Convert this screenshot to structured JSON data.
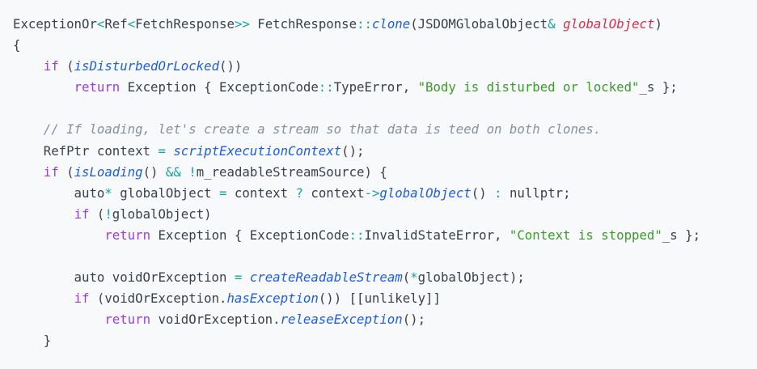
{
  "code": {
    "lines": [
      [
        {
          "t": "ExceptionOr"
        },
        {
          "t": "<",
          "c": "op"
        },
        {
          "t": "Ref"
        },
        {
          "t": "<",
          "c": "op"
        },
        {
          "t": "FetchResponse"
        },
        {
          "t": ">>",
          "c": "op"
        },
        {
          "t": " FetchResponse"
        },
        {
          "t": "::",
          "c": "op"
        },
        {
          "t": "clone",
          "c": "fn"
        },
        {
          "t": "(JSDOMGlobalObject"
        },
        {
          "t": "&",
          "c": "op"
        },
        {
          "t": " "
        },
        {
          "t": "globalObject",
          "c": "param"
        },
        {
          "t": ")"
        }
      ],
      [
        {
          "t": "{"
        }
      ],
      [
        {
          "t": "    "
        },
        {
          "t": "if",
          "c": "kw"
        },
        {
          "t": " ("
        },
        {
          "t": "isDisturbedOrLocked",
          "c": "fn"
        },
        {
          "t": "())"
        }
      ],
      [
        {
          "t": "        "
        },
        {
          "t": "return",
          "c": "kw"
        },
        {
          "t": " Exception { ExceptionCode"
        },
        {
          "t": "::",
          "c": "op"
        },
        {
          "t": "TypeError, "
        },
        {
          "t": "\"Body is disturbed or locked\"",
          "c": "str"
        },
        {
          "t": "_s };"
        }
      ],
      [],
      [
        {
          "t": "    "
        },
        {
          "t": "// If loading, let's create a stream so that data is teed on both clones.",
          "c": "cm"
        }
      ],
      [
        {
          "t": "    RefPtr context "
        },
        {
          "t": "=",
          "c": "op"
        },
        {
          "t": " "
        },
        {
          "t": "scriptExecutionContext",
          "c": "fn"
        },
        {
          "t": "();"
        }
      ],
      [
        {
          "t": "    "
        },
        {
          "t": "if",
          "c": "kw"
        },
        {
          "t": " ("
        },
        {
          "t": "isLoading",
          "c": "fn"
        },
        {
          "t": "() "
        },
        {
          "t": "&&",
          "c": "op"
        },
        {
          "t": " "
        },
        {
          "t": "!",
          "c": "op"
        },
        {
          "t": "m_readableStreamSource) {"
        }
      ],
      [
        {
          "t": "        auto"
        },
        {
          "t": "*",
          "c": "op"
        },
        {
          "t": " globalObject "
        },
        {
          "t": "=",
          "c": "op"
        },
        {
          "t": " context "
        },
        {
          "t": "?",
          "c": "op"
        },
        {
          "t": " context"
        },
        {
          "t": "->",
          "c": "op"
        },
        {
          "t": "globalObject",
          "c": "fn"
        },
        {
          "t": "() "
        },
        {
          "t": ":",
          "c": "op"
        },
        {
          "t": " nullptr;"
        }
      ],
      [
        {
          "t": "        "
        },
        {
          "t": "if",
          "c": "kw"
        },
        {
          "t": " ("
        },
        {
          "t": "!",
          "c": "op"
        },
        {
          "t": "globalObject)"
        }
      ],
      [
        {
          "t": "            "
        },
        {
          "t": "return",
          "c": "kw"
        },
        {
          "t": " Exception { ExceptionCode"
        },
        {
          "t": "::",
          "c": "op"
        },
        {
          "t": "InvalidStateError, "
        },
        {
          "t": "\"Context is stopped\"",
          "c": "str"
        },
        {
          "t": "_s };"
        }
      ],
      [],
      [
        {
          "t": "        auto voidOrException "
        },
        {
          "t": "=",
          "c": "op"
        },
        {
          "t": " "
        },
        {
          "t": "createReadableStream",
          "c": "fn"
        },
        {
          "t": "("
        },
        {
          "t": "*",
          "c": "op"
        },
        {
          "t": "globalObject);"
        }
      ],
      [
        {
          "t": "        "
        },
        {
          "t": "if",
          "c": "kw"
        },
        {
          "t": " (voidOrException."
        },
        {
          "t": "hasException",
          "c": "fn"
        },
        {
          "t": "()) [[unlikely]]"
        }
      ],
      [
        {
          "t": "            "
        },
        {
          "t": "return",
          "c": "kw"
        },
        {
          "t": " voidOrException."
        },
        {
          "t": "releaseException",
          "c": "fn"
        },
        {
          "t": "();"
        }
      ],
      [
        {
          "t": "    }"
        }
      ]
    ]
  }
}
